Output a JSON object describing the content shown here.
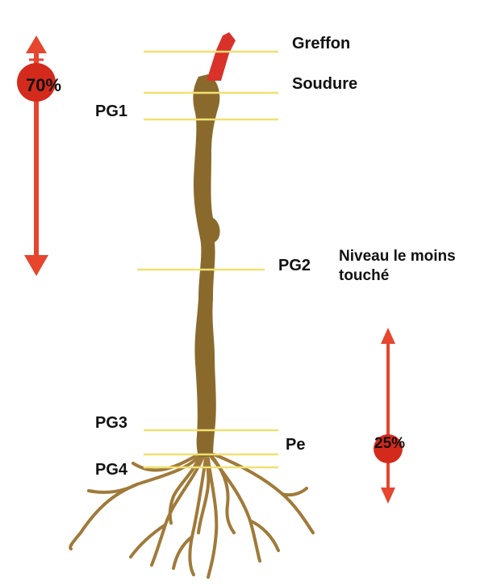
{
  "labels": {
    "greffon": "Greffon",
    "soudure": "Soudure",
    "pg1": "PG1",
    "pg2": "PG2",
    "niveau_line1": "Niveau le moins",
    "niveau_line2": "touché",
    "pg3": "PG3",
    "pg4": "PG4",
    "pe": "Pe"
  },
  "indicators": {
    "top": {
      "value_text": "70%"
    },
    "bottom": {
      "value_text": "25%"
    }
  },
  "colors": {
    "trunk": "#8a6a2c",
    "roots": "#a07a3a",
    "scion": "#d8322a",
    "guide_lines": "#f0e070",
    "arrows": "#e6452e",
    "circles": "#d42a1c"
  }
}
